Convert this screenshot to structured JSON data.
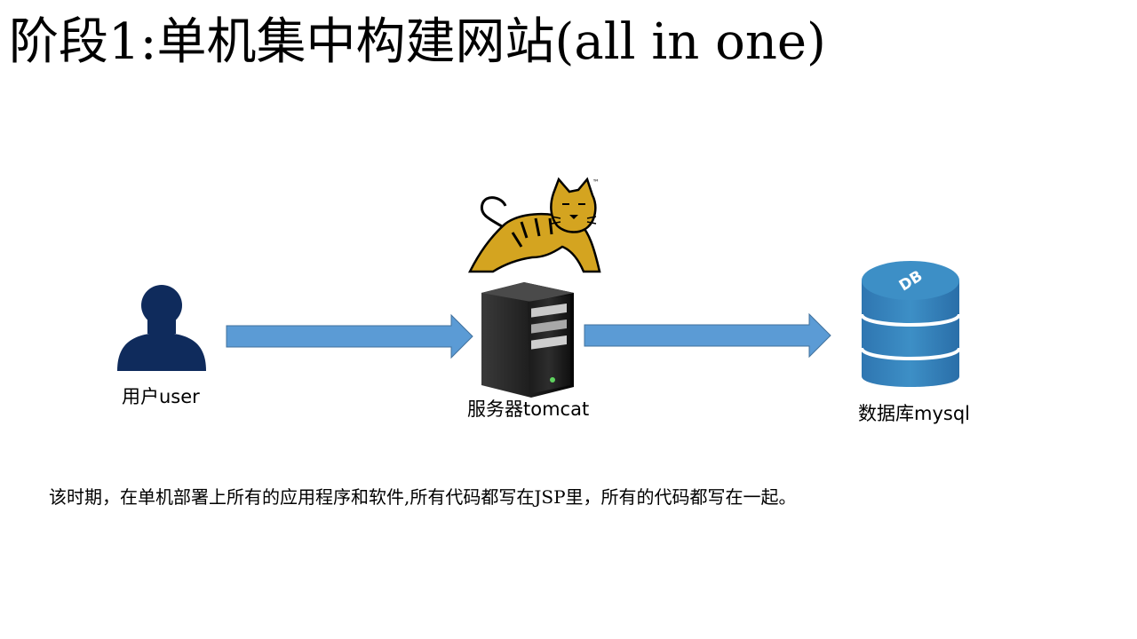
{
  "title": "阶段1:单机集中构建网站(all in one)",
  "nodes": {
    "user": {
      "label": "用户user",
      "icon": "user-icon"
    },
    "server": {
      "label": "服务器tomcat",
      "icon": "server-icon",
      "logo": "tomcat-logo",
      "logo_tm": "™"
    },
    "database": {
      "label": "数据库mysql",
      "icon": "database-icon",
      "badge": "DB"
    }
  },
  "edges": [
    {
      "from": "user",
      "to": "server"
    },
    {
      "from": "server",
      "to": "database"
    }
  ],
  "description": "该时期，在单机部署上所有的应用程序和软件,所有代码都写在JSP里，所有的代码都写在一起。",
  "colors": {
    "arrow_fill": "#5b9bd5",
    "arrow_stroke": "#41719c",
    "user": "#0f2b5c",
    "db_top": "#3d8fc6",
    "db_body": "#2a6ea8",
    "tomcat_yellow": "#d4a420"
  }
}
